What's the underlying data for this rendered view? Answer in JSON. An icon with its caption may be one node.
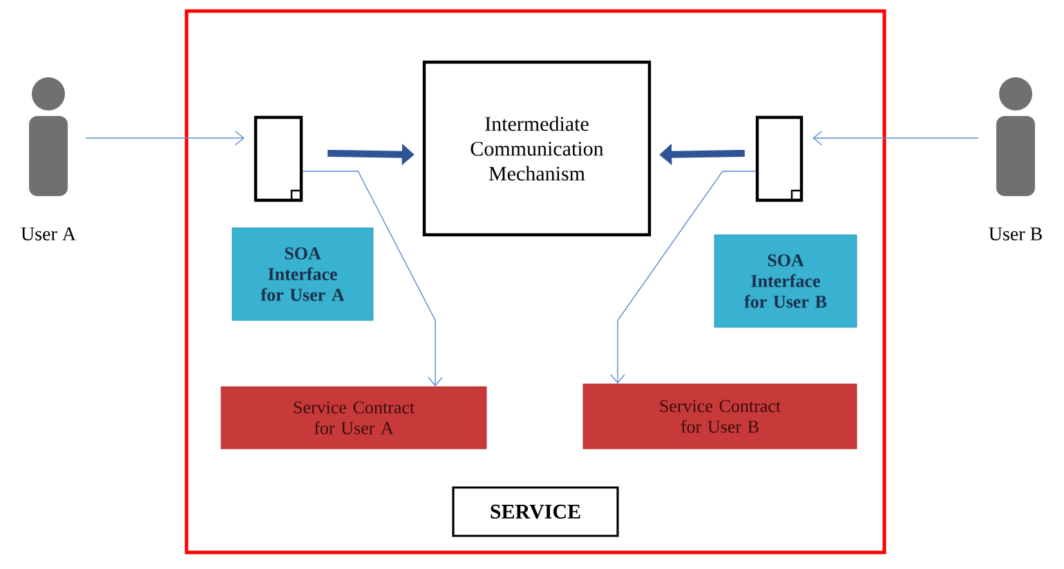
{
  "diagram": {
    "nodes": [
      {
        "text": [],
        "shape": "box"
      },
      {
        "text": [
          "User A"
        ]
      },
      {
        "text": [],
        "shape": "document",
        "in": 0
      },
      {
        "text": [
          "Intermediate Communication Mechanism"
        ],
        "in": 0
      },
      {
        "text": [],
        "shape": "document",
        "in": 0
      },
      {
        "text": [
          "User B"
        ]
      },
      {
        "text": [
          "SOA Interface for User A"
        ],
        "in": 0
      },
      {
        "text": [
          "SOA Interface for User B"
        ],
        "in": 0
      },
      {
        "text": [
          "Service Contract for User A"
        ],
        "in": 0
      },
      {
        "text": [
          "Service Contract for User B"
        ],
        "in": 0
      },
      {
        "text": [
          "SERVICE"
        ],
        "in": 0
      }
    ],
    "edges": [
      {
        "from": 1,
        "to": 2,
        "arrow": "to"
      },
      {
        "from": 2,
        "to": 3,
        "arrow": "to",
        "style": "thick",
        "color": "#2f5496"
      },
      {
        "from": 4,
        "to": 3,
        "arrow": "to",
        "style": "thick",
        "color": "#2f5496"
      },
      {
        "from": 5,
        "to": 4,
        "arrow": "to"
      },
      {
        "from": 2,
        "to": 8,
        "arrow": "to"
      },
      {
        "from": 4,
        "to": 9,
        "arrow": "to"
      }
    ]
  }
}
